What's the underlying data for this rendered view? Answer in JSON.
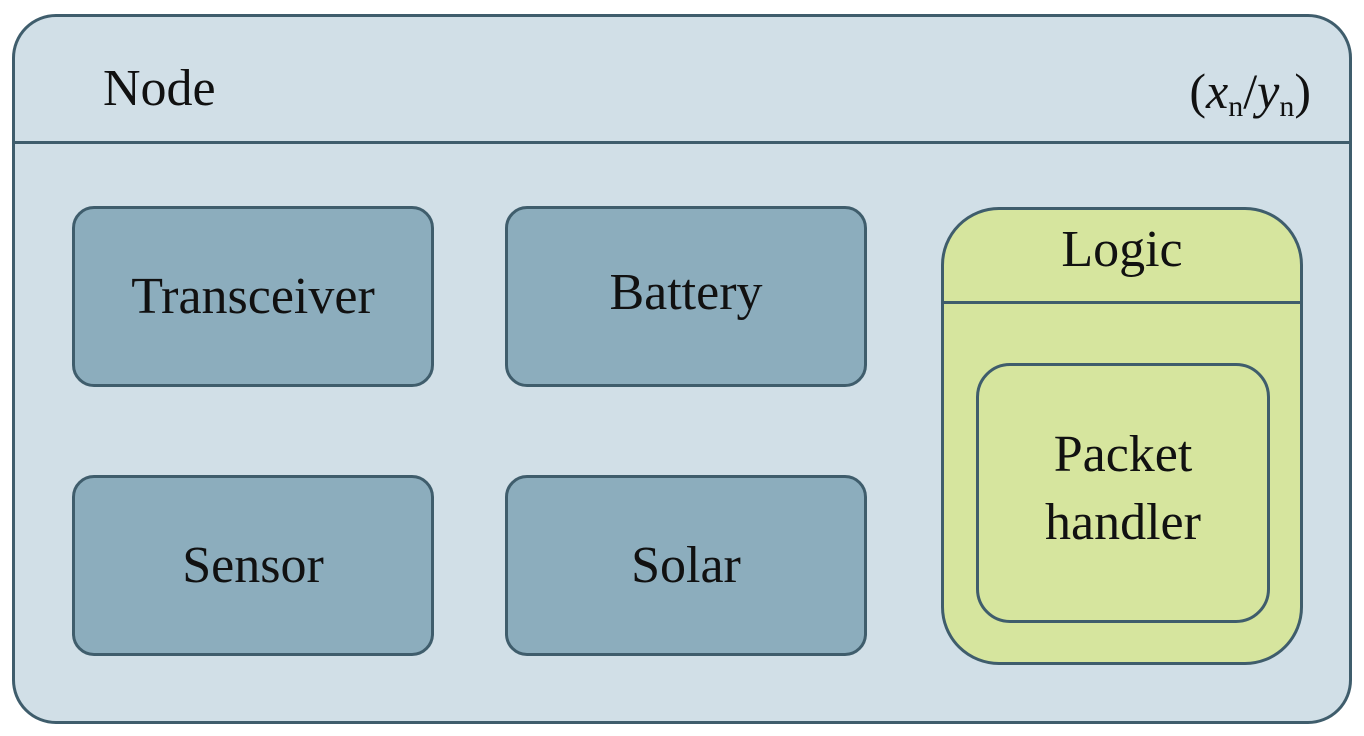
{
  "node": {
    "title": "Node",
    "coords": {
      "open": "(",
      "x": "x",
      "x_sub": "n",
      "slash": "/",
      "y": "y",
      "y_sub": "n",
      "close": ")"
    }
  },
  "components": {
    "transceiver": "Transceiver",
    "battery": "Battery",
    "sensor": "Sensor",
    "solar": "Solar"
  },
  "logic": {
    "title": "Logic",
    "packet_handler": {
      "line1": "Packet",
      "line2": "handler"
    }
  },
  "colors": {
    "node_fill": "#d1dfe7",
    "component_fill": "#8cadbd",
    "logic_fill": "#d6e59e",
    "stroke": "#3f5d6c"
  }
}
